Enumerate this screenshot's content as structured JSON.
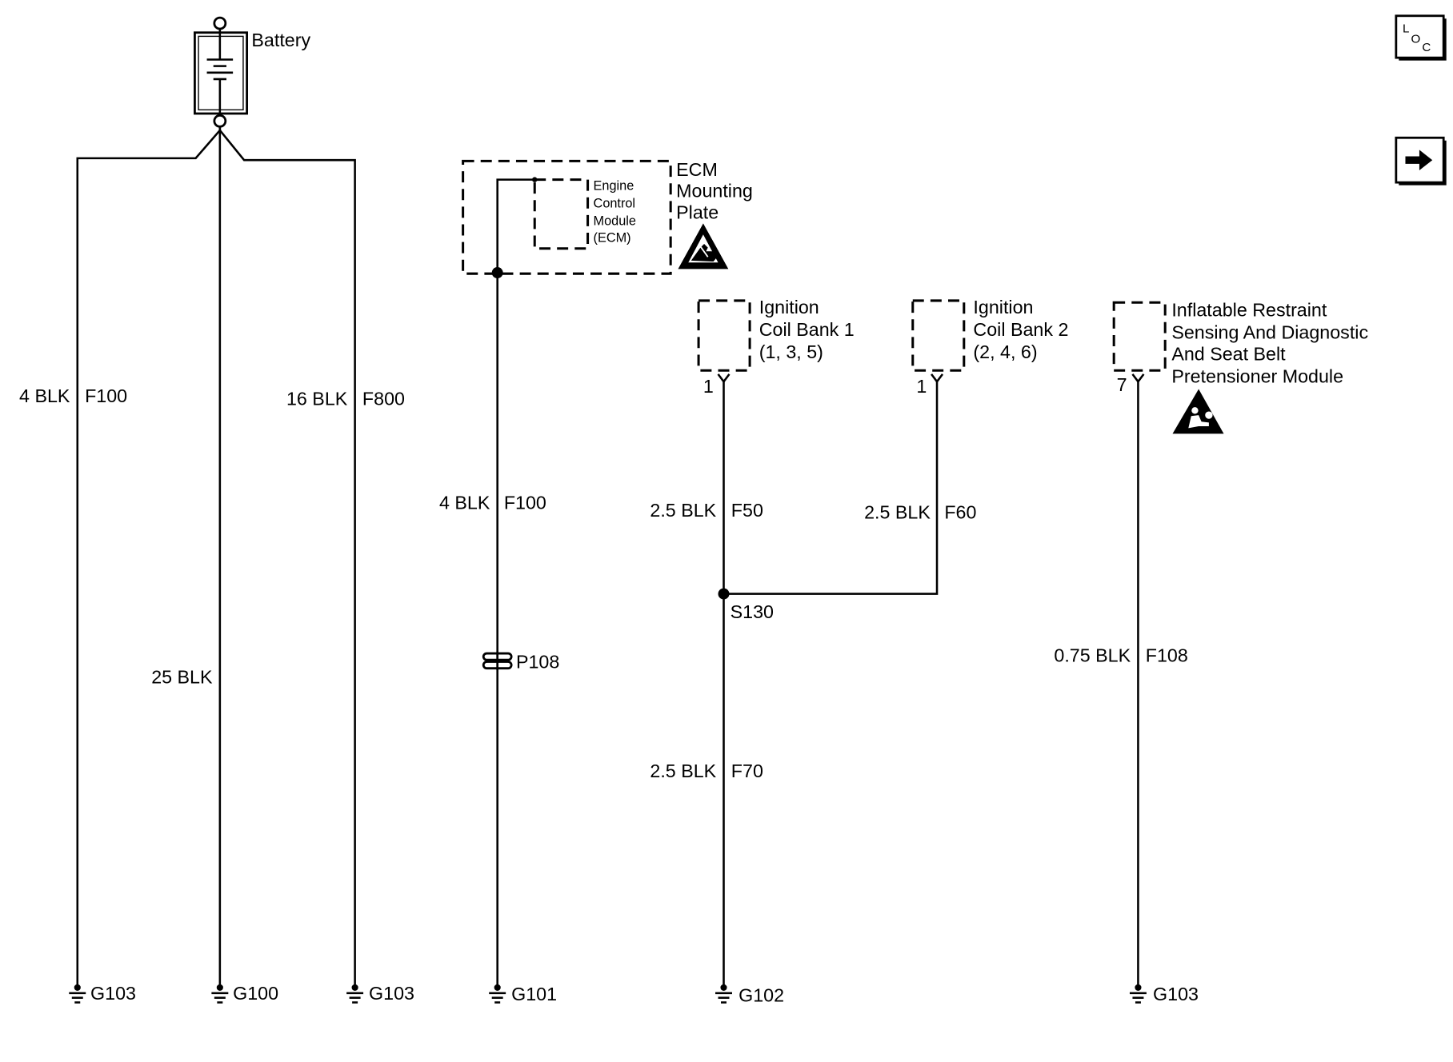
{
  "battery": {
    "label": "Battery"
  },
  "ecm": {
    "plate_label": [
      "ECM",
      "Mounting",
      "Plate"
    ],
    "module_label": [
      "Engine",
      "Control",
      "Module",
      "(ECM)"
    ]
  },
  "coil_bank_1": {
    "label": [
      "Ignition",
      "Coil Bank 1",
      "(1, 3, 5)"
    ],
    "pin": "1"
  },
  "coil_bank_2": {
    "label": [
      "Ignition",
      "Coil Bank 2",
      "(2, 4, 6)"
    ],
    "pin": "1"
  },
  "restraint_module": {
    "label": [
      "Inflatable Restraint",
      "Sensing And Diagnostic",
      "And Seat Belt",
      "Pretensioner Module"
    ],
    "pin": "7"
  },
  "wires": {
    "battery_left": {
      "size": "4 BLK",
      "circuit": "F100"
    },
    "battery_middle": {
      "size": "25 BLK"
    },
    "battery_right": {
      "size": "16 BLK",
      "circuit": "F800"
    },
    "ecm": {
      "size": "4 BLK",
      "circuit": "F100"
    },
    "coil_bank_1": {
      "size": "2.5 BLK",
      "circuit": "F50"
    },
    "coil_bank_2": {
      "size": "2.5 BLK",
      "circuit": "F60"
    },
    "splice_to_ground": {
      "size": "2.5 BLK",
      "circuit": "F70"
    },
    "restraint": {
      "size": "0.75 BLK",
      "circuit": "F108"
    }
  },
  "splice": "S130",
  "inline_connector": "P108",
  "grounds": [
    "G103",
    "G100",
    "G103",
    "G101",
    "G102",
    "G103"
  ],
  "nav": {
    "loc_letters": [
      "L",
      "O",
      "C"
    ]
  },
  "icons": {
    "battery": "battery-symbol-icon",
    "esd": "esd-warning-icon",
    "airbag": "airbag-warning-icon",
    "ground": "ground-icon",
    "location": "loc-icon",
    "next": "arrow-right-icon"
  },
  "colors": {
    "line": "#000000",
    "background": "#ffffff"
  }
}
